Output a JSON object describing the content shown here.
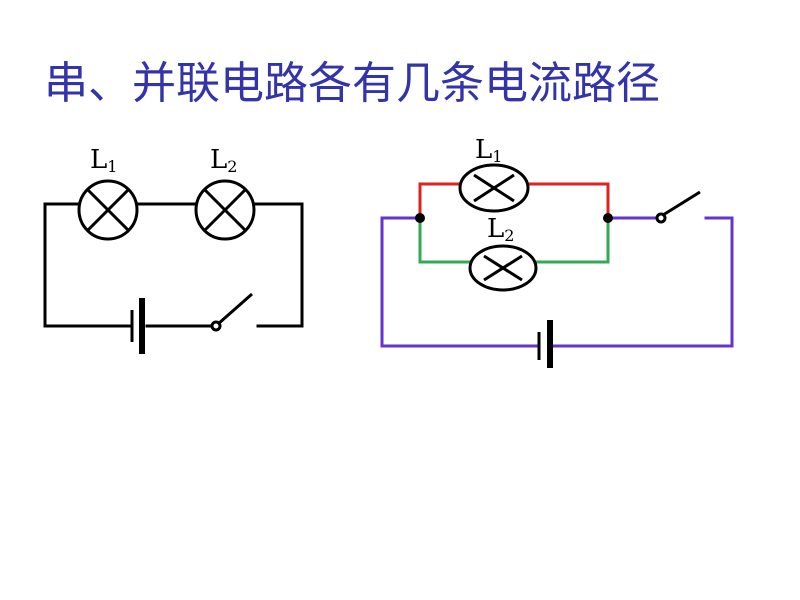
{
  "slide": {
    "title": "串、并联电路各有几条电流路径"
  },
  "series_circuit": {
    "lamp1": {
      "letter": "L",
      "index": "1"
    },
    "lamp2": {
      "letter": "L",
      "index": "2"
    }
  },
  "parallel_circuit": {
    "lamp1": {
      "letter": "L",
      "index": "1"
    },
    "lamp2": {
      "letter": "L",
      "index": "2"
    },
    "colors": {
      "main_path": "#6633cc",
      "branch_1": "#dd2222",
      "branch_2": "#33aa55"
    }
  }
}
